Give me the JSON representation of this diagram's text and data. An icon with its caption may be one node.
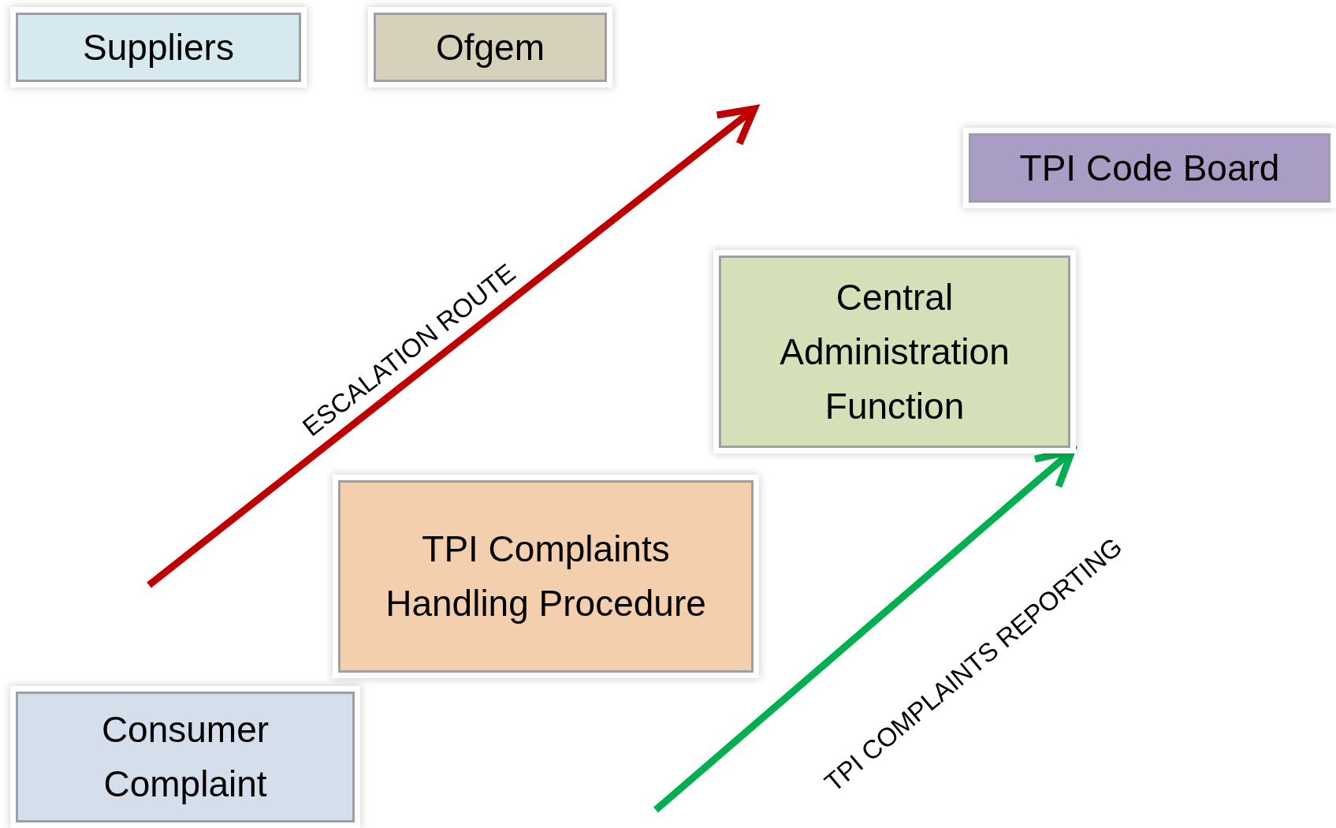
{
  "diagram": {
    "nodes": [
      {
        "text": [
          "Suppliers"
        ]
      },
      {
        "text": [
          "Ofgem"
        ]
      },
      {
        "text": [
          "TPI Code Board"
        ]
      },
      {
        "text": [
          "Central Administration Function"
        ]
      },
      {
        "text": [
          "TPI Complaints Handling Procedure"
        ]
      },
      {
        "text": [
          "Consumer Complaint"
        ]
      }
    ],
    "edges": [
      {
        "from": null,
        "to": 3,
        "arrow": "to",
        "label": "TPI COMPLAINTS REPORTING"
      }
    ],
    "labels": [
      "ESCALATION ROUTE"
    ]
  }
}
